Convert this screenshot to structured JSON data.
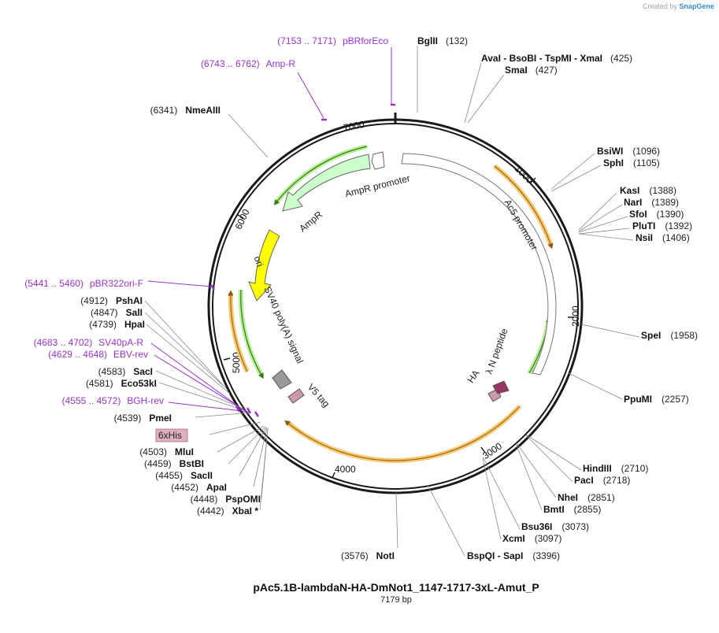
{
  "credit": {
    "prefix": "Created by",
    "brand": "SnapGene"
  },
  "plasmid": {
    "name": "pAc5.1B-lambdaN-HA-DmNot1_1147-1717-3xL-Amut_P",
    "length": "7179 bp",
    "total_bp": 7179
  },
  "ticks": [
    "1000",
    "2000",
    "3000",
    "4000",
    "5000",
    "6000",
    "7000"
  ],
  "features": [
    {
      "name": "AmpR promoter",
      "label": "AmpR promoter",
      "color": "#ffffff"
    },
    {
      "name": "AmpR",
      "label": "AmpR",
      "color": "#ccffcc"
    },
    {
      "name": "ori",
      "label": "ori",
      "color": "#ffff00"
    },
    {
      "name": "Ac5 promoter",
      "label": "Ac5 promoter",
      "color": "#ffffff"
    },
    {
      "name": "SV40 poly(A) signal",
      "label": "SV40 poly(A) signal",
      "color": "#999999"
    },
    {
      "name": "V5 tag",
      "label": "V5 tag",
      "color": "#cc99aa"
    },
    {
      "name": "HA",
      "label": "HA",
      "color": "#cc99aa"
    },
    {
      "name": "lambda N peptide",
      "label": "λ N peptide",
      "color": "#993366"
    },
    {
      "name": "6xHis",
      "label": "6xHis",
      "color": "#e0b0c0"
    }
  ],
  "labels": [
    {
      "text": "BglII",
      "pos": "(132)"
    },
    {
      "text": "AvaI  - BsoBI  - TspMI  - XmaI",
      "pos": "(425)"
    },
    {
      "text": "SmaI",
      "pos": "(427)"
    },
    {
      "text": "BsiWI",
      "pos": "(1096)"
    },
    {
      "text": "SphI",
      "pos": "(1105)"
    },
    {
      "text": "KasI",
      "pos": "(1388)"
    },
    {
      "text": "NarI",
      "pos": "(1389)"
    },
    {
      "text": "SfoI",
      "pos": "(1390)"
    },
    {
      "text": "PluTI",
      "pos": "(1392)"
    },
    {
      "text": "NsiI",
      "pos": "(1406)"
    },
    {
      "text": "SpeI",
      "pos": "(1958)"
    },
    {
      "text": "PpuMI",
      "pos": "(2257)"
    },
    {
      "text": "HindIII",
      "pos": "(2710)"
    },
    {
      "text": "PacI",
      "pos": "(2718)"
    },
    {
      "text": "NheI",
      "pos": "(2851)"
    },
    {
      "text": "BmtI",
      "pos": "(2855)"
    },
    {
      "text": "Bsu36I",
      "pos": "(3073)"
    },
    {
      "text": "XcmI",
      "pos": "(3097)"
    },
    {
      "text": "BspQI  - SapI",
      "pos": "(3396)"
    },
    {
      "text": "NotI",
      "pos": "(3576)"
    },
    {
      "text": "XbaI *",
      "pos": "(4442)"
    },
    {
      "text": "PspOMI",
      "pos": "(4448)"
    },
    {
      "text": "ApaI",
      "pos": "(4452)"
    },
    {
      "text": "SacII",
      "pos": "(4455)"
    },
    {
      "text": "BstBI",
      "pos": "(4459)"
    },
    {
      "text": "MluI",
      "pos": "(4503)"
    },
    {
      "text": "PmeI",
      "pos": "(4539)"
    },
    {
      "text": "Eco53kI",
      "pos": "(4581)"
    },
    {
      "text": "SacI",
      "pos": "(4583)"
    },
    {
      "text": "HpaI",
      "pos": "(4739)"
    },
    {
      "text": "SalI",
      "pos": "(4847)"
    },
    {
      "text": "PshAI",
      "pos": "(4912)"
    },
    {
      "text": "NmeAIII",
      "pos": "(6341)"
    }
  ],
  "primers": [
    {
      "range": "(7153 .. 7171)",
      "name": "pBRforEco"
    },
    {
      "range": "(6743 .. 6762)",
      "name": "Amp-R"
    },
    {
      "range": "(5441 .. 5460)",
      "name": "pBR322ori-F"
    },
    {
      "range": "(4683 .. 4702)",
      "name": "SV40pA-R"
    },
    {
      "range": "(4629 .. 4648)",
      "name": "EBV-rev"
    },
    {
      "range": "(4555 .. 4572)",
      "name": "BGH-rev"
    }
  ],
  "colors": {
    "backbone": "#1a1a1a",
    "primer": "#9933cc",
    "orf_outline": "#f0a020",
    "orf_inner": "#f6c874",
    "green_orf": "#3a9a2a"
  }
}
